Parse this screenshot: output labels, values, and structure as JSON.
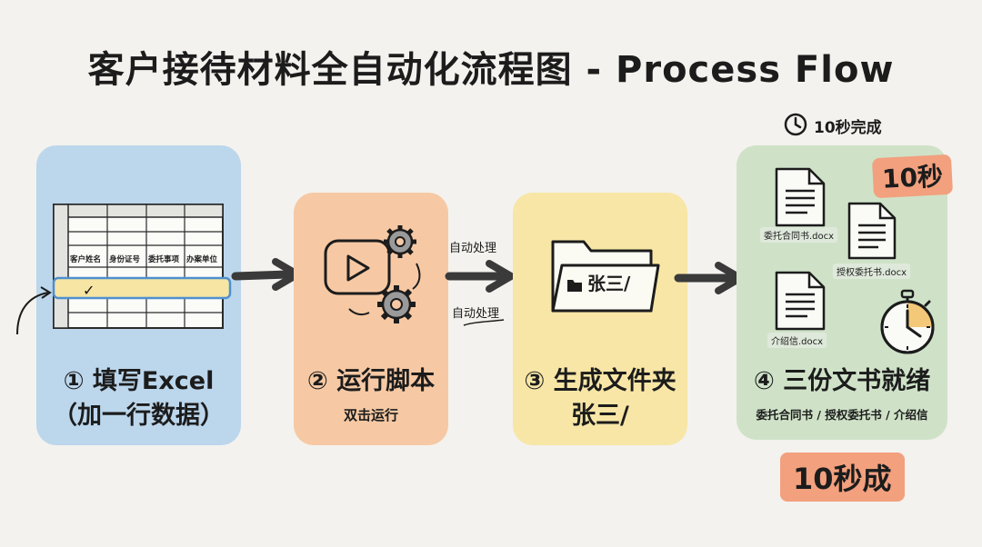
{
  "title": "客户接待材料全自动化流程图 - Process Flow",
  "spreadsheet_headers": [
    "客户姓名",
    "身份证号",
    "委托事项",
    "办案单位"
  ],
  "spreadsheet_checkmark": "✓",
  "steps": [
    {
      "label_line1": "① 填写Excel",
      "label_line2": "（加一行数据）"
    },
    {
      "label_line1": "② 运行脚本",
      "subtitle": "双击运行"
    },
    {
      "label_line1": "③ 生成文件夹",
      "label_line2": "张三/"
    },
    {
      "label_line1": "④ 三份文书就绪",
      "subtitle": "委托合同书 / 授权委托书 / 介绍信"
    }
  ],
  "folder_label": "张三/",
  "flow_labels": [
    "自动处理",
    "自动处理"
  ],
  "timer_text": "10秒完成",
  "badge_top": "10秒",
  "badge_bottom": "10秒成",
  "files": [
    "委托合同书.docx",
    "授权委托书.docx",
    "介绍信.docx"
  ]
}
